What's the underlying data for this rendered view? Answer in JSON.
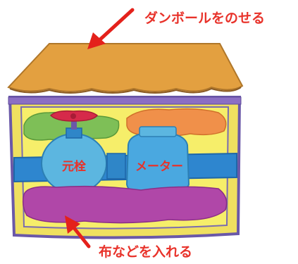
{
  "labels": {
    "top_annotation": "ダンボールをのせる",
    "bottom_annotation": "布などを入れる",
    "main_valve": "元栓",
    "meter": "メーター"
  },
  "colors": {
    "annotation_text": "#e8322a",
    "arrow": "#e4211b",
    "roof": "#e3a040",
    "roof_edge": "#b0772a",
    "box_border": "#6a58a8",
    "inner_fill": "#f6ee6a",
    "pipe": "#2e86cf",
    "valve_body": "#5cb6e0",
    "meter_body": "#4aa8e0",
    "handle": "#d62a4a",
    "green_cloth": "#7ebf57",
    "orange_cloth": "#f0904a",
    "purple_cloth": "#b047a8"
  },
  "icons": [
    "arrow-down-left-icon",
    "arrow-up-left-icon",
    "valve-handle-icon"
  ]
}
